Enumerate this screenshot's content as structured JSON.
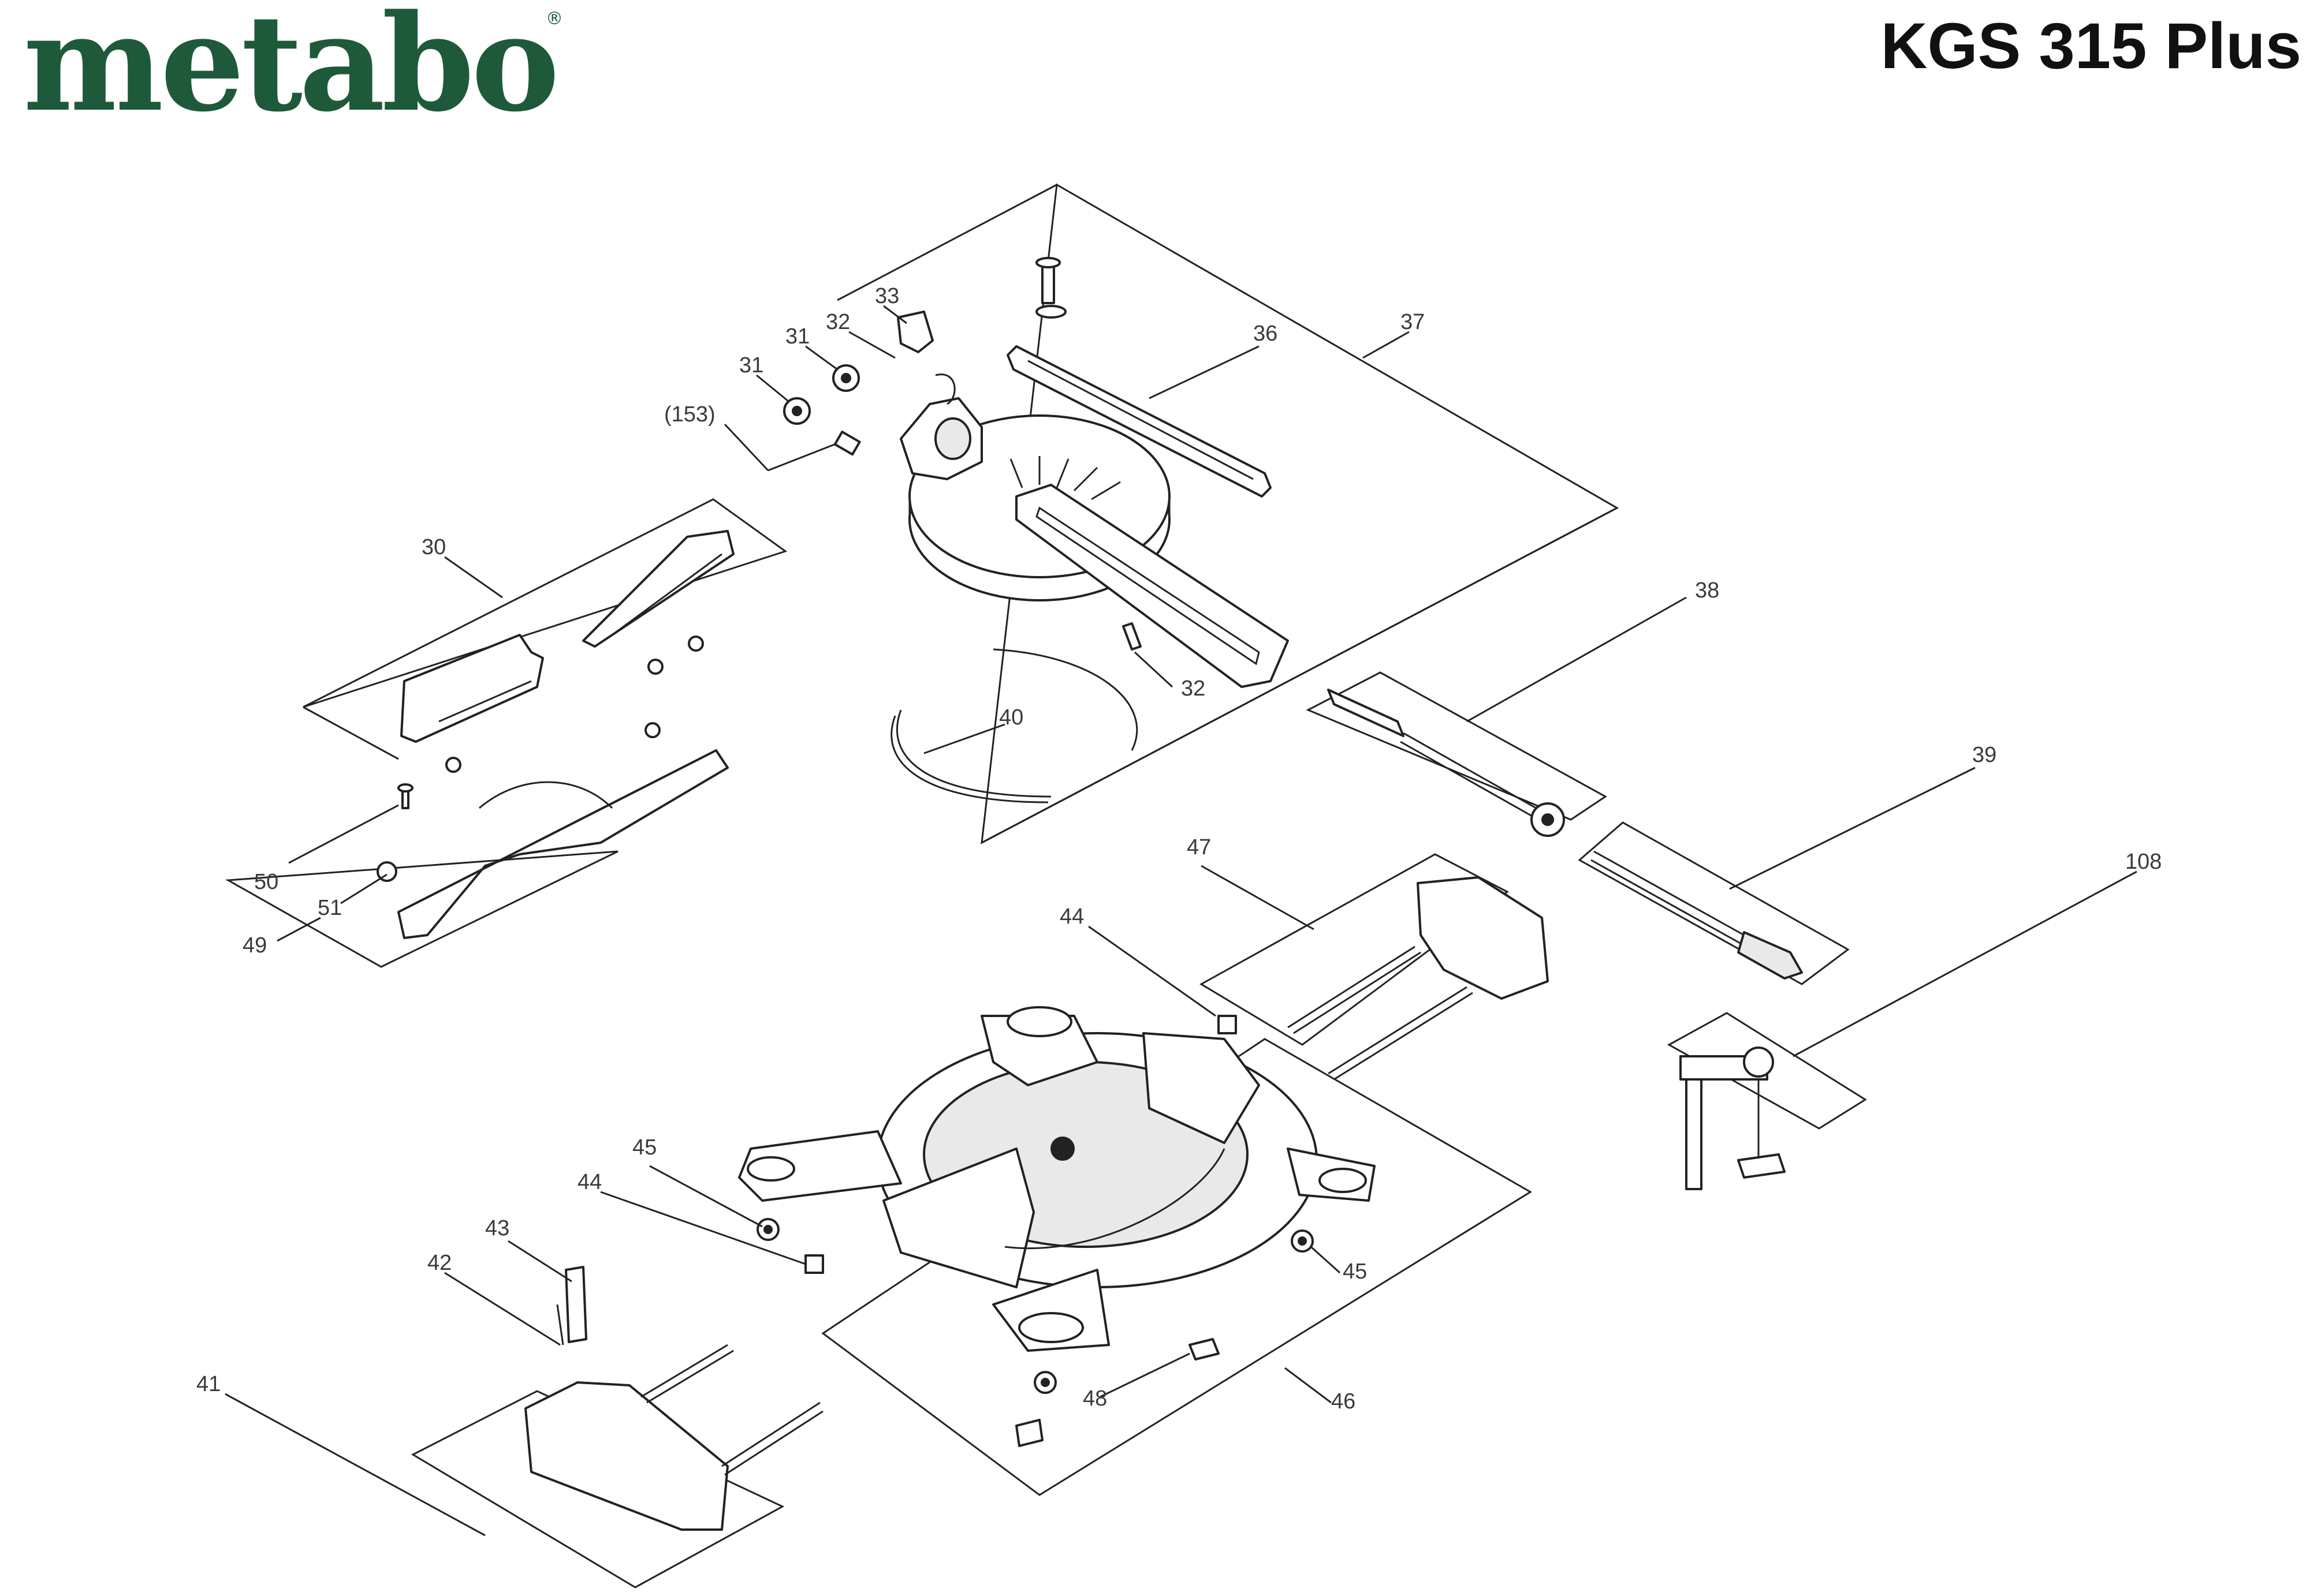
{
  "header": {
    "brand": "metabo",
    "registered_mark": "®",
    "model": "KGS 315 Plus"
  },
  "brand_color": "#1e5a3a",
  "callouts": {
    "c30": "30",
    "c31a": "31",
    "c31b": "31",
    "c32a": "32",
    "c32b": "32",
    "c33": "33",
    "c36": "36",
    "c37": "37",
    "c38": "38",
    "c39": "39",
    "c40": "40",
    "c41": "41",
    "c42": "42",
    "c43": "43",
    "c44a": "44",
    "c44b": "44",
    "c45a": "45",
    "c45b": "45",
    "c46": "46",
    "c47": "47",
    "c48": "48",
    "c49": "49",
    "c50": "50",
    "c51": "51",
    "c108": "108",
    "c153": "(153)"
  }
}
